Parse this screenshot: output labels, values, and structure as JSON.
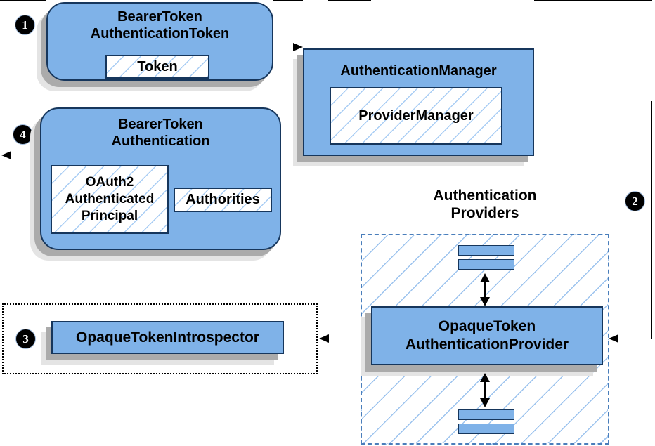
{
  "steps": {
    "one": "1",
    "two": "2",
    "three": "3",
    "four": "4"
  },
  "nodes": {
    "bearer_token_authentication_token": {
      "line1": "BearerToken",
      "line2": "AuthenticationToken",
      "token_label": "Token"
    },
    "authentication_manager": {
      "title": "AuthenticationManager",
      "provider_manager_label": "ProviderManager"
    },
    "bearer_token_authentication": {
      "line1": "BearerToken",
      "line2": "Authentication",
      "principal_line1": "OAuth2",
      "principal_line2": "Authenticated",
      "principal_line3": "Principal",
      "authorities_label": "Authorities"
    },
    "authentication_providers_label": {
      "line1": "Authentication",
      "line2": "Providers"
    },
    "opaque_token_authentication_provider": {
      "line1": "OpaqueToken",
      "line2": "AuthenticationProvider"
    },
    "opaque_token_introspector": {
      "label": "OpaqueTokenIntrospector"
    }
  },
  "colors": {
    "node_fill": "#7fb2e8",
    "node_border": "#16365c",
    "hatch_line": "#a9cdf4",
    "container_hatch_line": "#9cc3ee",
    "dashed_container_border": "#4a7ebb",
    "dotted_container_border": "#000000",
    "shadow_dark": "#ababab",
    "shadow_light": "#e4e4e4",
    "arrow": "#000000",
    "badge_bg": "#000000",
    "badge_text": "#ffffff"
  }
}
